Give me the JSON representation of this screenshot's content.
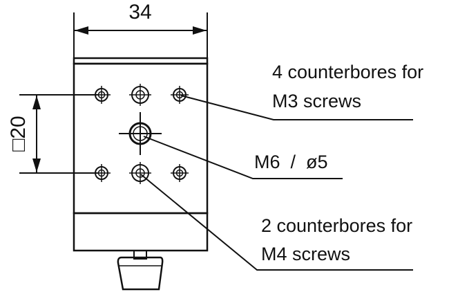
{
  "diagram": {
    "width_dimension": "34",
    "square_dimension": "□20",
    "callouts": {
      "m3_counterbores": [
        "4 counterbores for",
        "M3 screws"
      ],
      "center_hole": "M6  /  ø5",
      "m4_counterbores": [
        "2 counterbores for",
        "M4 screws"
      ]
    }
  },
  "colors": {
    "line": "#111111",
    "background": "#ffffff"
  }
}
